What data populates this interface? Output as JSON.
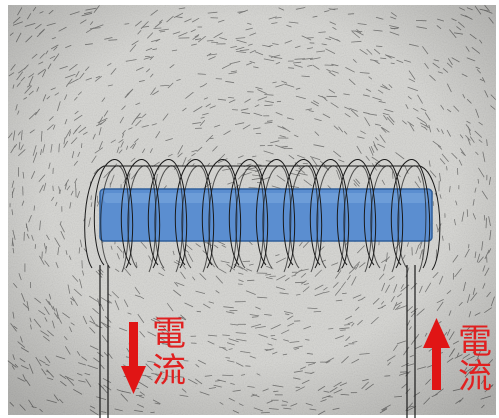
{
  "labels": {
    "left_current": [
      "電",
      "流"
    ],
    "right_current": [
      "電",
      "流"
    ]
  },
  "colors": {
    "paper": "#d9d9d6",
    "frame": "#ffffff",
    "filings": "#2e2e2e",
    "core": "#5b8ed0",
    "core_edge": "#2f5f9a",
    "arrow": "#e01515",
    "label": "#e02020",
    "coil": "#1a1a1a"
  },
  "icons": {
    "left_arrow": "down-arrow-icon",
    "right_arrow": "up-arrow-icon"
  }
}
